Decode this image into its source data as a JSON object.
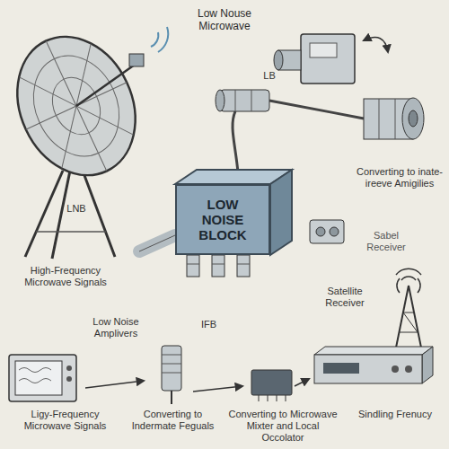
{
  "diagram": {
    "title": "Low Nouse Microwave",
    "nodes": [
      {
        "text": [
          "LOW NOISE BLOCK"
        ]
      }
    ],
    "labels": [
      "LB",
      "Converting to inate-ireeve Amigilies",
      "LNB",
      "High-Frequency Microwave Signals",
      "Sabel Receiver",
      "Satellite Receiver",
      "Low Noise Amplivers",
      "IFB",
      "Ligy-Frequency Microwave Signals",
      "Converting to Indermate Feguals",
      "Converting to Microwave Mixter and Local Occolator",
      "Sindling Frenucy"
    ]
  }
}
